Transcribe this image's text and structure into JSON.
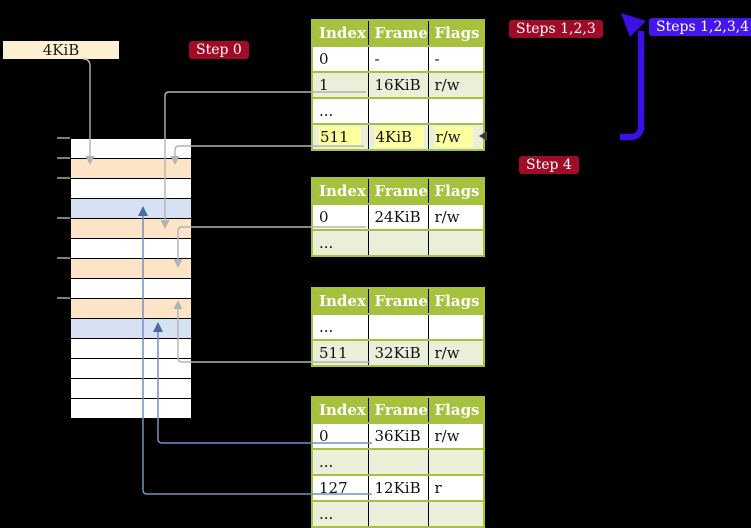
{
  "labels": {
    "size_box": "4KiB",
    "step0": "Step 0",
    "steps123": "Steps 1,2,3",
    "steps1234": "Steps 1,2,3,4",
    "step4": "Step 4"
  },
  "colors": {
    "table_green": "#a5c13d",
    "row_shade": "#e9efd9",
    "highlight_yellow": "#ffff9e",
    "mem_white": "#ffffff",
    "mem_peach": "#fde4c6",
    "mem_blue": "#d6e2f3",
    "badge_red": "#a00b28",
    "badge_blue": "#4617ea",
    "arrow_gray": "#b3b3b3",
    "arrow_steelblue": "#7191c4",
    "arrow_steelblue_head": "#4a6d9e",
    "arrow_thick_blue": "#3a10e6",
    "size_box_bg": "#fdf0d0"
  },
  "memory": {
    "rows": [
      "white",
      "peach",
      "white",
      "blue",
      "peach",
      "white",
      "peach",
      "white",
      "peach",
      "blue",
      "white",
      "white",
      "white",
      "white"
    ]
  },
  "tables": [
    {
      "name": "page-table-1",
      "headers": [
        "Index",
        "Frame",
        "Flags"
      ],
      "rows": [
        {
          "cells": [
            "0",
            "-",
            "-"
          ],
          "shade": false,
          "highlight": false
        },
        {
          "cells": [
            "1",
            "16KiB",
            "r/w"
          ],
          "shade": true,
          "highlight": false
        },
        {
          "cells": [
            "...",
            "",
            ""
          ],
          "shade": false,
          "highlight": false
        },
        {
          "cells": [
            "511",
            "4KiB",
            "r/w"
          ],
          "shade": true,
          "highlight": true
        }
      ]
    },
    {
      "name": "page-table-2",
      "headers": [
        "Index",
        "Frame",
        "Flags"
      ],
      "rows": [
        {
          "cells": [
            "0",
            "24KiB",
            "r/w"
          ],
          "shade": false,
          "highlight": false
        },
        {
          "cells": [
            "...",
            "",
            ""
          ],
          "shade": true,
          "highlight": false
        }
      ]
    },
    {
      "name": "page-table-3",
      "headers": [
        "Index",
        "Frame",
        "Flags"
      ],
      "rows": [
        {
          "cells": [
            "...",
            "",
            ""
          ],
          "shade": false,
          "highlight": false
        },
        {
          "cells": [
            "511",
            "32KiB",
            "r/w"
          ],
          "shade": true,
          "highlight": false
        }
      ]
    },
    {
      "name": "page-table-4",
      "headers": [
        "Index",
        "Frame",
        "Flags"
      ],
      "rows": [
        {
          "cells": [
            "0",
            "36KiB",
            "r/w"
          ],
          "shade": false,
          "highlight": false
        },
        {
          "cells": [
            "...",
            "",
            ""
          ],
          "shade": true,
          "highlight": false
        },
        {
          "cells": [
            "127",
            "12KiB",
            "r"
          ],
          "shade": false,
          "highlight": false
        },
        {
          "cells": [
            "...",
            "",
            ""
          ],
          "shade": true,
          "highlight": false
        }
      ]
    }
  ]
}
